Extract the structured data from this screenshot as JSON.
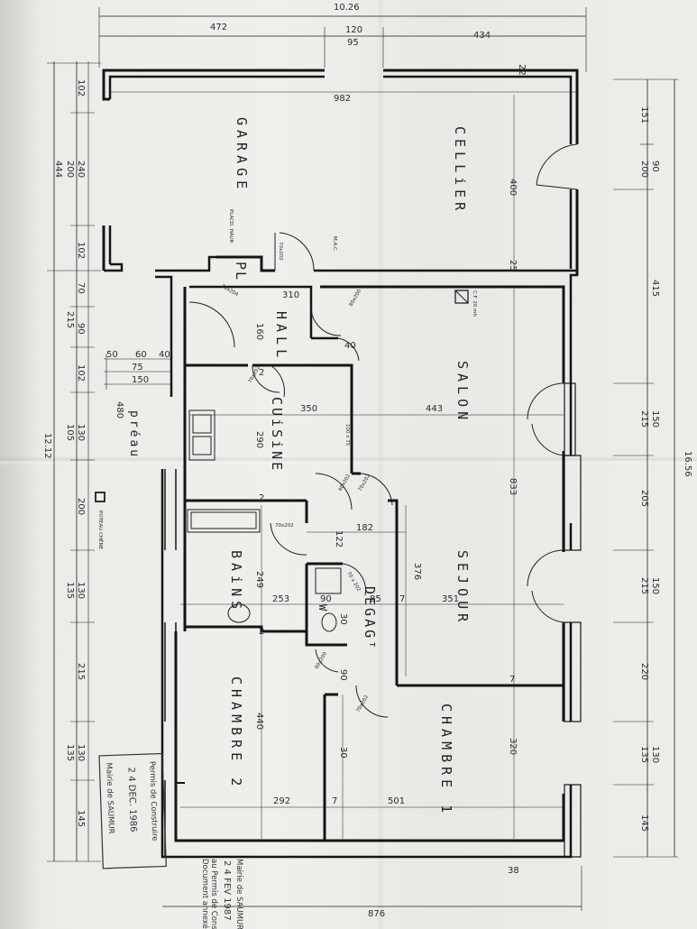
{
  "rooms": {
    "garage": "GARAGE",
    "cellier": "CELLiER",
    "hall": "HALL",
    "pl": "PL",
    "salon": "SALON",
    "cuisine": "CUiSiNE",
    "preau": "préau",
    "sejour": "SEJOUR",
    "bains": "BAiNS",
    "degagt": "DEGAGᵀ",
    "chambre1": "CHAMBRE 1",
    "chambre2": "CHAMBRE 2",
    "wc": "W"
  },
  "top_dims": {
    "total": "10.26",
    "left": "472",
    "mid_a": "120",
    "mid_b": "95",
    "right": "434",
    "inner": "982",
    "corner": "22"
  },
  "left_dims": {
    "overall": "12.12",
    "a102": "102",
    "b240": "240",
    "b200": "200",
    "b444": "444",
    "c102": "102",
    "d70": "70",
    "d215": "215",
    "e90": "90",
    "f102": "102",
    "g130": "130",
    "g105": "105",
    "h200": "200",
    "i130": "130",
    "i135": "135",
    "j215": "215",
    "k130": "130",
    "k135": "135",
    "l145": "145",
    "p50": "50",
    "p60": "60",
    "p40": "40",
    "p75": "75",
    "p150": "150",
    "p480": "480"
  },
  "right_dims": {
    "overall": "16.56",
    "a151": "151",
    "a90": "90",
    "a200": "200",
    "b415": "415",
    "c150": "150",
    "c215": "215",
    "d205": "205",
    "e150": "150",
    "e215": "215",
    "f220": "220",
    "g130": "130",
    "g135": "135",
    "h145": "145"
  },
  "bottom_dims": {
    "total": "876",
    "corner": "38"
  },
  "inner_dims": {
    "d400": "400",
    "d310": "310",
    "d160": "160",
    "d40": "40",
    "d350": "350",
    "d443": "443",
    "d290": "290",
    "d833": "833",
    "d182": "182",
    "d122": "122",
    "d376": "376",
    "d249": "249",
    "d253": "253",
    "d90a": "90",
    "d85": "85",
    "d7a": "7",
    "d351": "351",
    "d90b": "90",
    "d440": "440",
    "d320": "320",
    "d30": "30",
    "d292": "292",
    "d7b": "7",
    "d501": "501",
    "d7c": "7",
    "d2a": "2",
    "d2b": "2",
    "d2c": "2",
    "d25": "25",
    "d30b": "30"
  },
  "small_notes": {
    "placard": "PLACD. HAUR",
    "mac": "M.A.C.",
    "gf": "C.F. 20 mh",
    "door_60_202": "70x202",
    "door_70_204": "70x204",
    "door_80_200": "80x200",
    "door_a": "70x202",
    "door_b": "70 x 202",
    "door_c": "40x202",
    "door_d": "70x202",
    "door_e": "70x202",
    "door_f": "100 x 75",
    "door_g": "60x200",
    "door_h": "70x202",
    "poteau": "POTEAU CHÊNE"
  },
  "stamps": {
    "stamp1_line1": "Permis de Construire",
    "stamp1_date": "2 4 DEC. 1986",
    "stamp1_line3": "Mairie de SAUMUR",
    "stamp2_line1": "Document annexé",
    "stamp2_line2": "au Permis de Construire",
    "stamp2_date": "2 4 FEV 1987",
    "stamp2_line3": "Mairie de SAUMUR"
  },
  "colors": {
    "ink": "#222222",
    "paper": "#eeede9"
  }
}
